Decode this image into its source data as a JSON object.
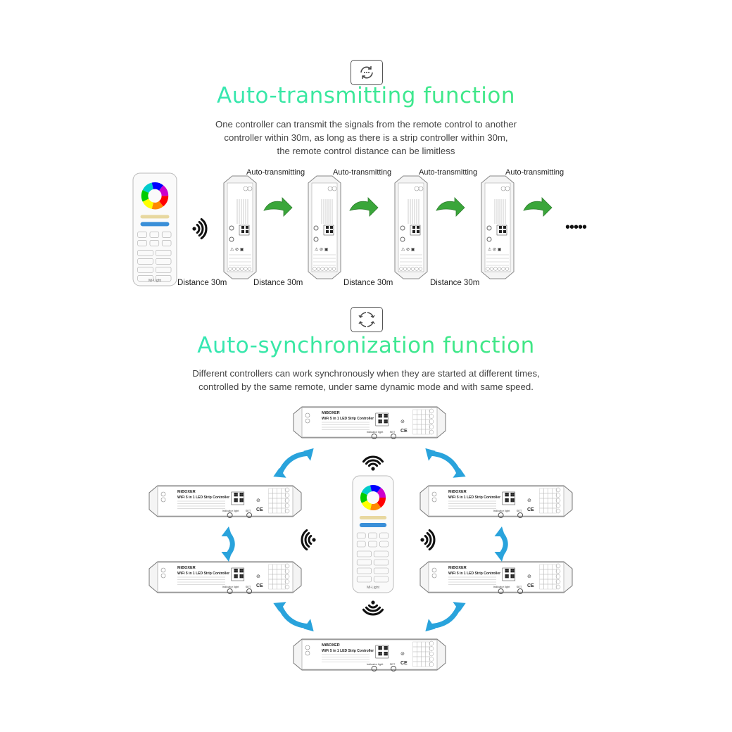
{
  "section1": {
    "icon": "cycle-dots-icon",
    "title": "Auto-transmitting function",
    "description": [
      "One controller can transmit the signals from the remote control to another",
      "controller within 30m, as long as there is a strip controller within 30m,",
      "the remote control distance can be limitless"
    ],
    "transmit_labels": [
      "Auto-transmitting",
      "Auto-transmitting",
      "Auto-transmitting",
      "Auto-transmitting"
    ],
    "distance_labels": [
      "Distance 30m",
      "Distance 30m",
      "Distance 30m",
      "Distance 30m"
    ],
    "continuation": "•••••"
  },
  "section2": {
    "icon": "sync-arrows-icon",
    "title": "Auto-synchronization function",
    "description": [
      "Different controllers can work synchronously when they are started at different times,",
      "controlled by the same remote, under same dynamic mode and with same speed."
    ]
  },
  "device": {
    "brand": "MiBOXER",
    "model_title": "WiFi 5 in 1 LED Strip Controller",
    "indicator_label": "Indicator light",
    "set_label": "SET",
    "remote_brand": "Mi-Light"
  },
  "colors": {
    "title_gradient_start": "#2ee6d6",
    "title_gradient_end": "#42e27a",
    "transmit_arrow": "#3aa63a",
    "sync_arrow": "#29a3dc"
  }
}
